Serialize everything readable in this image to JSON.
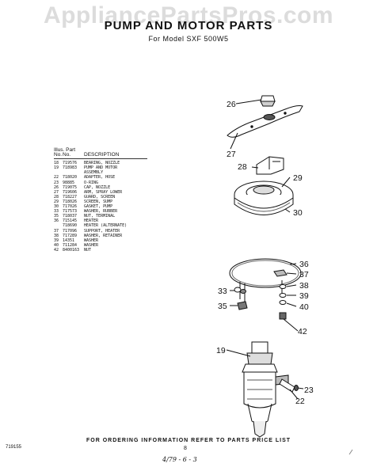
{
  "watermark": "AppliancePartsPros.com",
  "title": "PUMP AND MOTOR PARTS",
  "subtitle": "For Model SXF 500W5",
  "table": {
    "header_line1": "Illus. Part",
    "header_no": "No.",
    "header_no2": "No.",
    "header_desc": "DESCRIPTION",
    "rows": [
      {
        "illus": "18",
        "part": "719576",
        "desc": "BEARING, NOZZLE"
      },
      {
        "illus": "19",
        "part": "718983",
        "desc": "PUMP AND MOTOR"
      },
      {
        "illus": "",
        "part": "",
        "desc": "ASSEMBLY"
      },
      {
        "illus": "22",
        "part": "718020",
        "desc": "ADAPTER, HOSE"
      },
      {
        "illus": "23",
        "part": "98885",
        "desc": "O-RING"
      },
      {
        "illus": "26",
        "part": "719075",
        "desc": "CAP, NOZZLE"
      },
      {
        "illus": "27",
        "part": "719606",
        "desc": "ARM, SPRAY LOWER"
      },
      {
        "illus": "28",
        "part": "718227",
        "desc": "GUARD, SCREEN"
      },
      {
        "illus": "29",
        "part": "718026",
        "desc": "SCREEN, SUMP"
      },
      {
        "illus": "30",
        "part": "717026",
        "desc": "GASKET, PUMP"
      },
      {
        "illus": "33",
        "part": "717573",
        "desc": "WASHER, RUBBER"
      },
      {
        "illus": "35",
        "part": "718037",
        "desc": "NUT, TERMINAL"
      },
      {
        "illus": "36",
        "part": "715145",
        "desc": "HEATER"
      },
      {
        "illus": "",
        "part": "718690",
        "desc": "HEATER (ALTERNATE)"
      },
      {
        "illus": "37",
        "part": "717096",
        "desc": "SUPPORT, HEATER"
      },
      {
        "illus": "38",
        "part": "717289",
        "desc": "WASHER, RETAINER"
      },
      {
        "illus": "39",
        "part": "14351",
        "desc": "WASHER"
      },
      {
        "illus": "40",
        "part": "711284",
        "desc": "WASHER"
      },
      {
        "illus": "42",
        "part": "8400163",
        "desc": "NUT"
      }
    ]
  },
  "callouts": [
    "26",
    "27",
    "28",
    "29",
    "30",
    "36",
    "37",
    "33",
    "38",
    "39",
    "35",
    "40",
    "42",
    "19",
    "23",
    "22"
  ],
  "footer": "FOR ORDERING INFORMATION REFER TO PARTS PRICE LIST",
  "page_number": "8",
  "doc_number": "719155",
  "handwritten_note": "4/79 - 6 - 3"
}
